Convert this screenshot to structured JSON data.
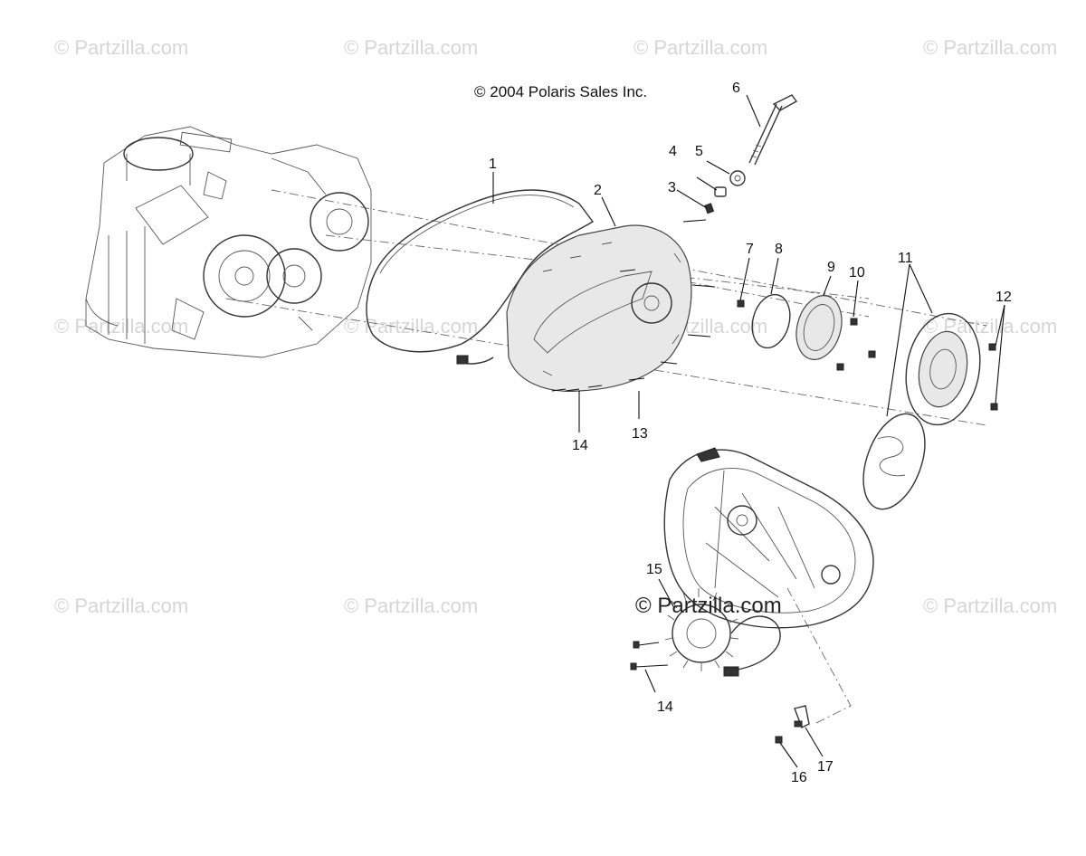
{
  "copyright": "© 2004 Polaris Sales Inc.",
  "watermarks": {
    "text": "© Partzilla.com",
    "main_text": "© Partzilla.com"
  },
  "callouts": [
    "1",
    "2",
    "3",
    "4",
    "5",
    "6",
    "7",
    "8",
    "9",
    "10",
    "11",
    "12",
    "13",
    "14",
    "14",
    "15",
    "16",
    "17"
  ]
}
